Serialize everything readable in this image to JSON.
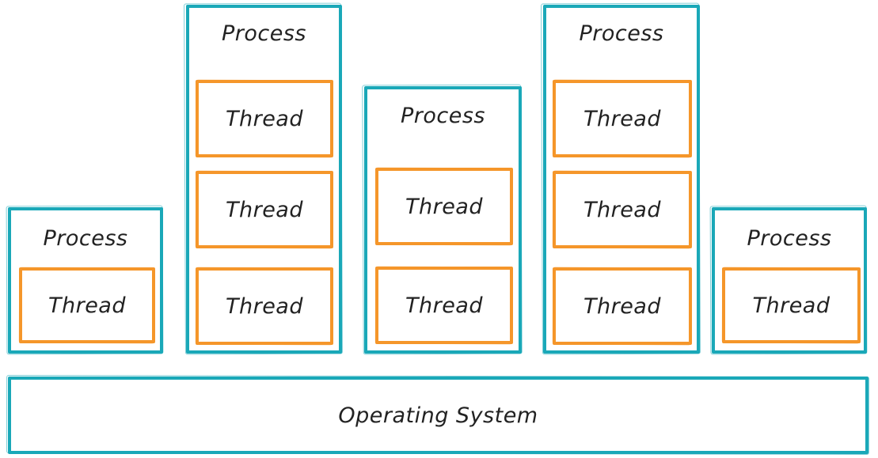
{
  "process_label": "Process",
  "thread_label": "Thread",
  "os_label": "Operating System",
  "colors": {
    "process_border": "#1aa8b8",
    "thread_border": "#f5962a",
    "text": "#222222"
  },
  "processes": [
    {
      "label": "Process",
      "threads": [
        "Thread"
      ]
    },
    {
      "label": "Process",
      "threads": [
        "Thread",
        "Thread",
        "Thread"
      ]
    },
    {
      "label": "Process",
      "threads": [
        "Thread",
        "Thread"
      ]
    },
    {
      "label": "Process",
      "threads": [
        "Thread",
        "Thread",
        "Thread"
      ]
    },
    {
      "label": "Process",
      "threads": [
        "Thread"
      ]
    }
  ]
}
